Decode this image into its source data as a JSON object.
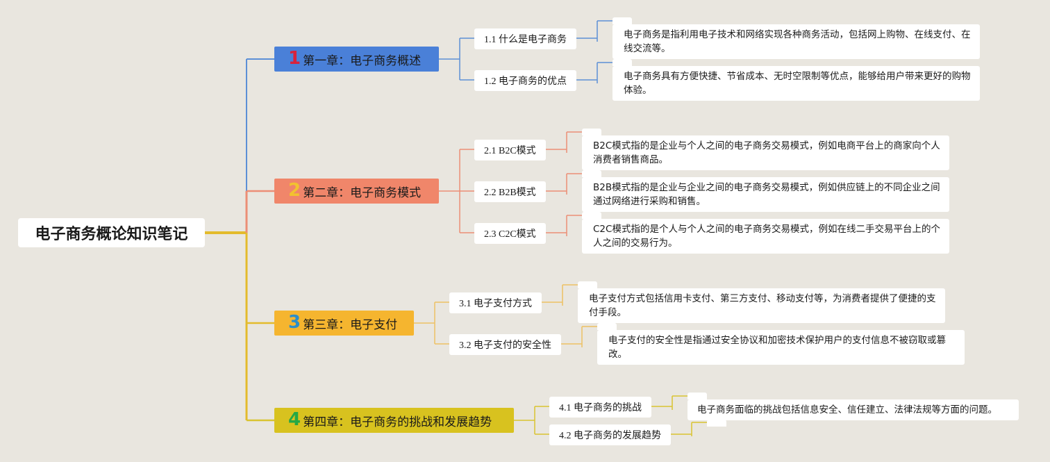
{
  "root": "电子商务概论知识笔记",
  "colors": {
    "background": "#e9e6df",
    "ch1_fill": "#4a80d8",
    "ch1_line": "#5c8fd6",
    "ch1_num": "#d8223c",
    "ch2_fill": "#f0866a",
    "ch2_line": "#ec8e76",
    "ch2_num": "#f2c230",
    "ch3_fill": "#f5b52f",
    "ch3_line": "#eec164",
    "ch3_num": "#2d8ec9",
    "ch4_fill": "#d8c21f",
    "ch4_line": "#d9c431",
    "ch4_num": "#26a845",
    "trunk": "#e3bb2c"
  },
  "chapters": [
    {
      "num": "1",
      "title": "第一章：电子商务概述",
      "sections": [
        {
          "label": "1.1 什么是电子商务",
          "note": "电子商务是指利用电子技术和网络实现各种商务活动，包括网上购物、在线支付、在线交流等。"
        },
        {
          "label": "1.2 电子商务的优点",
          "note": "电子商务具有方便快捷、节省成本、无时空限制等优点，能够给用户带来更好的购物体验。"
        }
      ]
    },
    {
      "num": "2",
      "title": "第二章：电子商务模式",
      "sections": [
        {
          "label": "2.1 B2C模式",
          "note": "B2C模式指的是企业与个人之间的电子商务交易模式，例如电商平台上的商家向个人消费者销售商品。"
        },
        {
          "label": "2.2 B2B模式",
          "note": "B2B模式指的是企业与企业之间的电子商务交易模式，例如供应链上的不同企业之间通过网络进行采购和销售。"
        },
        {
          "label": "2.3 C2C模式",
          "note": "C2C模式指的是个人与个人之间的电子商务交易模式，例如在线二手交易平台上的个人之间的交易行为。"
        }
      ]
    },
    {
      "num": "3",
      "title": "第三章：电子支付",
      "sections": [
        {
          "label": "3.1 电子支付方式",
          "note": "电子支付方式包括信用卡支付、第三方支付、移动支付等，为消费者提供了便捷的支付手段。"
        },
        {
          "label": "3.2 电子支付的安全性",
          "note": "电子支付的安全性是指通过安全协议和加密技术保护用户的支付信息不被窃取或篡改。"
        }
      ]
    },
    {
      "num": "4",
      "title": "第四章：电子商务的挑战和发展趋势",
      "sections": [
        {
          "label": "4.1 电子商务的挑战",
          "note": "电子商务面临的挑战包括信息安全、信任建立、法律法规等方面的问题。"
        },
        {
          "label": "4.2 电子商务的发展趋势",
          "note": ""
        }
      ]
    }
  ]
}
